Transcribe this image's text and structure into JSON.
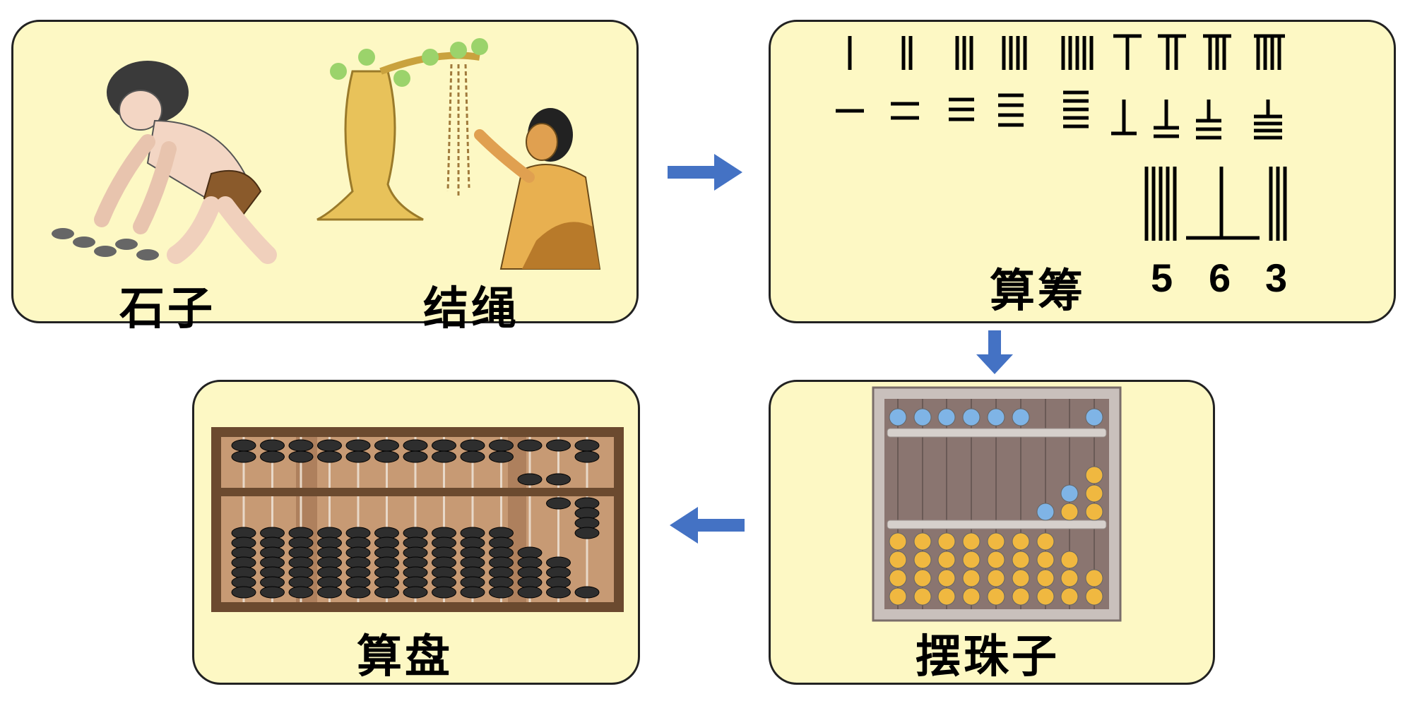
{
  "panels": {
    "stones": {
      "label": "石子"
    },
    "knots": {
      "label": "结绳"
    },
    "rods": {
      "label": "算筹",
      "digits": [
        "5",
        "6",
        "3"
      ]
    },
    "beads": {
      "label": "摆珠子"
    },
    "abacus": {
      "label": "算盘"
    }
  },
  "colors": {
    "panel_bg": "#fdf8c4",
    "arrow": "#4472c4",
    "bead_blue": "#7fb4e6",
    "bead_gold": "#f0b840",
    "abacus_frame": "#6b4a2f"
  }
}
